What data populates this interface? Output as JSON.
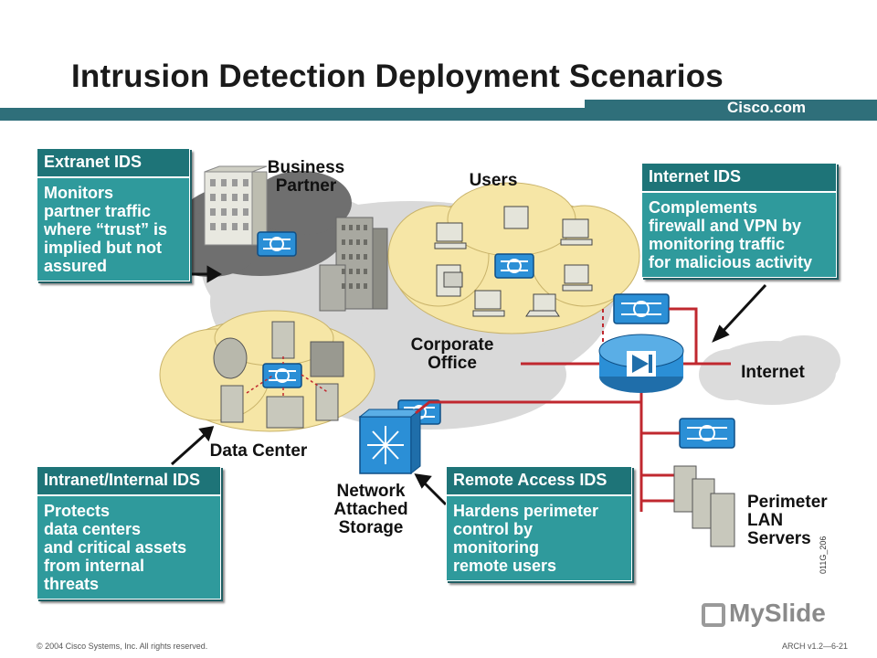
{
  "slide": {
    "title": "Intrusion Detection Deployment Scenarios",
    "brand": "Cisco.com",
    "copyright": "© 2004 Cisco Systems, Inc. All rights reserved.",
    "course_ref": "ARCH v1.2—6-21",
    "figure_id": "011G_206",
    "logo_text": "MySlide"
  },
  "boxes": {
    "extranet": {
      "title": "Extranet IDS",
      "body": "Monitors\npartner traffic\nwhere “trust” is\nimplied but not\nassured"
    },
    "internet": {
      "title": "Internet IDS",
      "body": "Complements\nfirewall and VPN by\nmonitoring traffic\nfor malicious activity"
    },
    "intranet": {
      "title": "Intranet/Internal IDS",
      "body": "Protects\ndata centers\nand critical assets\nfrom internal\nthreats"
    },
    "remote": {
      "title": "Remote Access IDS",
      "body": "Hardens perimeter\ncontrol by\nmonitoring\nremote users"
    }
  },
  "labels": {
    "business_partner": "Business\nPartner",
    "users": "Users",
    "corporate_office": "Corporate\nOffice",
    "internet": "Internet",
    "data_center": "Data Center",
    "nas": "Network\nAttached\nStorage",
    "perimeter": "Perimeter\nLAN\nServers"
  },
  "colors": {
    "teal_box": "#2f9a9c",
    "teal_header": "#1e7478",
    "band": "#2f6f7a",
    "ids_blue": "#2b8fd6",
    "link_red": "#c0282f",
    "cloud_gray": "#d8d8d8",
    "cloud_dark": "#6a6a6a",
    "cloud_yellow": "#f7e7a8"
  }
}
